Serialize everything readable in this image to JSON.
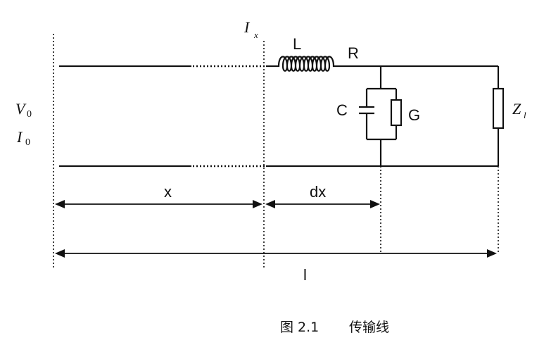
{
  "labels": {
    "ix_main": "I",
    "ix_sub": "x",
    "inductor": "L",
    "resistor": "R",
    "capacitor": "C",
    "conductance": "G",
    "load_main": "Z",
    "load_sub": "l",
    "v0_main": "V",
    "v0_sub": "0",
    "i0_main": "I",
    "i0_sub": "0",
    "dim_x": "x",
    "dim_dx": "dx",
    "dim_l": "l"
  },
  "caption": {
    "figure_number": "图 2.1",
    "title": "传输线"
  }
}
